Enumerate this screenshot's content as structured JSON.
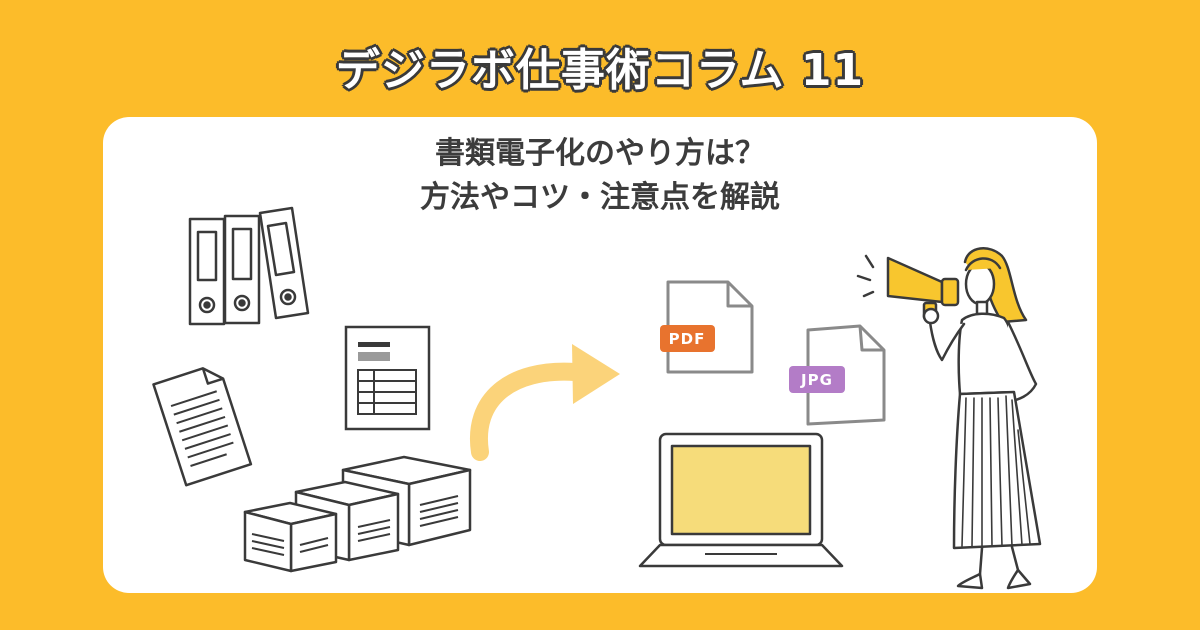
{
  "header": {
    "series_title": "デジラボ仕事術コラム 11"
  },
  "article": {
    "headline_line1": "書類電子化のやり方は？",
    "headline_line2": "方法やコツ・注意点を解説"
  },
  "file_tags": {
    "pdf": "PDF",
    "jpg": "JPG"
  },
  "colors": {
    "background": "#FCBC2A",
    "card": "#FFFFFF",
    "arrow": "#FBD37A",
    "pdf_tag": "#E8732E",
    "jpg_tag": "#B37CC7",
    "screen": "#F6DC7A",
    "megaphone": "#F8C62E"
  },
  "icons": [
    "binders-icon",
    "document-icon",
    "form-icon",
    "paper-stacks-icon",
    "arrow-icon",
    "pdf-file-icon",
    "jpg-file-icon",
    "laptop-icon",
    "woman-with-megaphone-icon"
  ]
}
